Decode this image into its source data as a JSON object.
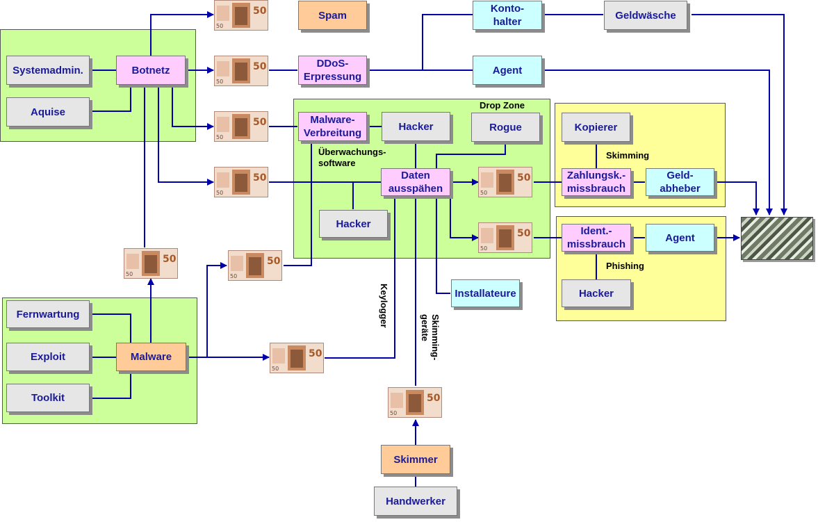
{
  "colors": {
    "line": "#0000aa",
    "region_green": "#ccff99",
    "region_yellow": "#ffff99",
    "box_gray": "#e6e6e6",
    "box_pink": "#ffccff",
    "box_orange": "#ffcc99",
    "box_cyan": "#ccffff"
  },
  "banknote": {
    "denomination": "50",
    "icon": "euro-banknote-50"
  },
  "money_pile": {
    "icon": "money-pile-image"
  },
  "boxes": {
    "systemadmin": "Systemadmin.",
    "aquise": "Aquise",
    "botnetz": "Botnetz",
    "spam": "Spam",
    "ddos": "DDoS-\nErpressung",
    "kontohalter": "Konto-\nhalter",
    "geldwaesche": "Geldwäsche",
    "agent_top": "Agent",
    "malware_verbreitung": "Malware-\nVerbreitung",
    "hacker_top": "Hacker",
    "rogue": "Rogue",
    "daten_ausspaehen": "Daten\nausspähen",
    "hacker_mid": "Hacker",
    "kopierer": "Kopierer",
    "zahlungsk": "Zahlungsk.-\nmissbrauch",
    "geldabheber": "Geld-\nabheber",
    "ident": "Ident.-\nmissbrauch",
    "agent_right": "Agent",
    "hacker_right": "Hacker",
    "installateure": "Installateure",
    "fernwartung": "Fernwartung",
    "exploit": "Exploit",
    "toolkit": "Toolkit",
    "malware": "Malware",
    "skimmer": "Skimmer",
    "handwerker": "Handwerker"
  },
  "labels": {
    "drop_zone": "Drop Zone",
    "ueberwachung": "Überwachungs-\nsoftware",
    "skimming": "Skimming",
    "phishing": "Phishing",
    "keylogger": "Keylogger",
    "skimminggeraete": "Skimming-\ngeräte"
  }
}
